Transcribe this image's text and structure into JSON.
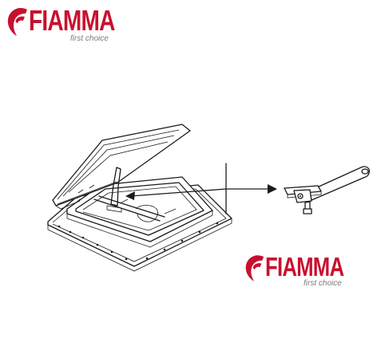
{
  "logo_top": {
    "brand": "FIAMMA",
    "tagline": "first choice"
  },
  "logo_bottom": {
    "brand": "FIAMMA",
    "tagline": "first choice"
  },
  "colors": {
    "brand": "#c8102e",
    "tagline": "#7a7a7a",
    "line": "#1a1a1a"
  },
  "icons": {
    "logo_mark": "fiamma-flame-icon",
    "roof_vent": "roof-vent-illustration",
    "support_arm": "support-arm-illustration",
    "pointer": "arrow-icon"
  }
}
